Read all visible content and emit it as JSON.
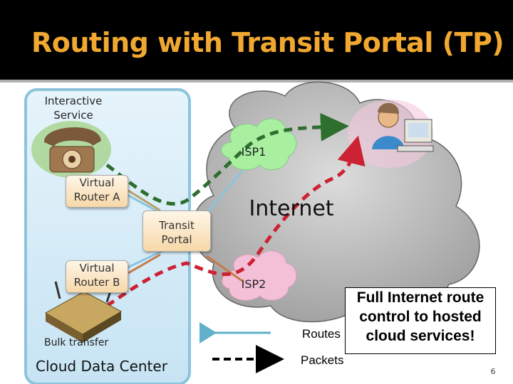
{
  "title": "Routing with Transit Portal (TP)",
  "colors": {
    "title": "#f0a830",
    "routes_arrow": "#5fb0c8",
    "packets_arrow": "#000000",
    "path_green": "#2e6e2e",
    "path_red": "#cc2233",
    "cloud_green": "#a8f0a0",
    "cloud_pink": "#f4c0d8"
  },
  "labels": {
    "interactive_service": "Interactive\nService",
    "isp1": "ISP1",
    "isp2": "ISP2",
    "internet": "Internet",
    "virtual_router_a": "Virtual\nRouter A",
    "virtual_router_b": "Virtual\nRouter B",
    "transit_portal": "Transit\nPortal",
    "bulk_transfer": "Bulk transfer",
    "cloud_data_center": "Cloud Data Center"
  },
  "legend": {
    "routes": "Routes",
    "packets": "Packets"
  },
  "callout": "Full Internet route control to hosted cloud services!",
  "icons": [
    "telephone-icon",
    "router-device-icon",
    "user-at-computer-icon"
  ],
  "slide_number": "6"
}
